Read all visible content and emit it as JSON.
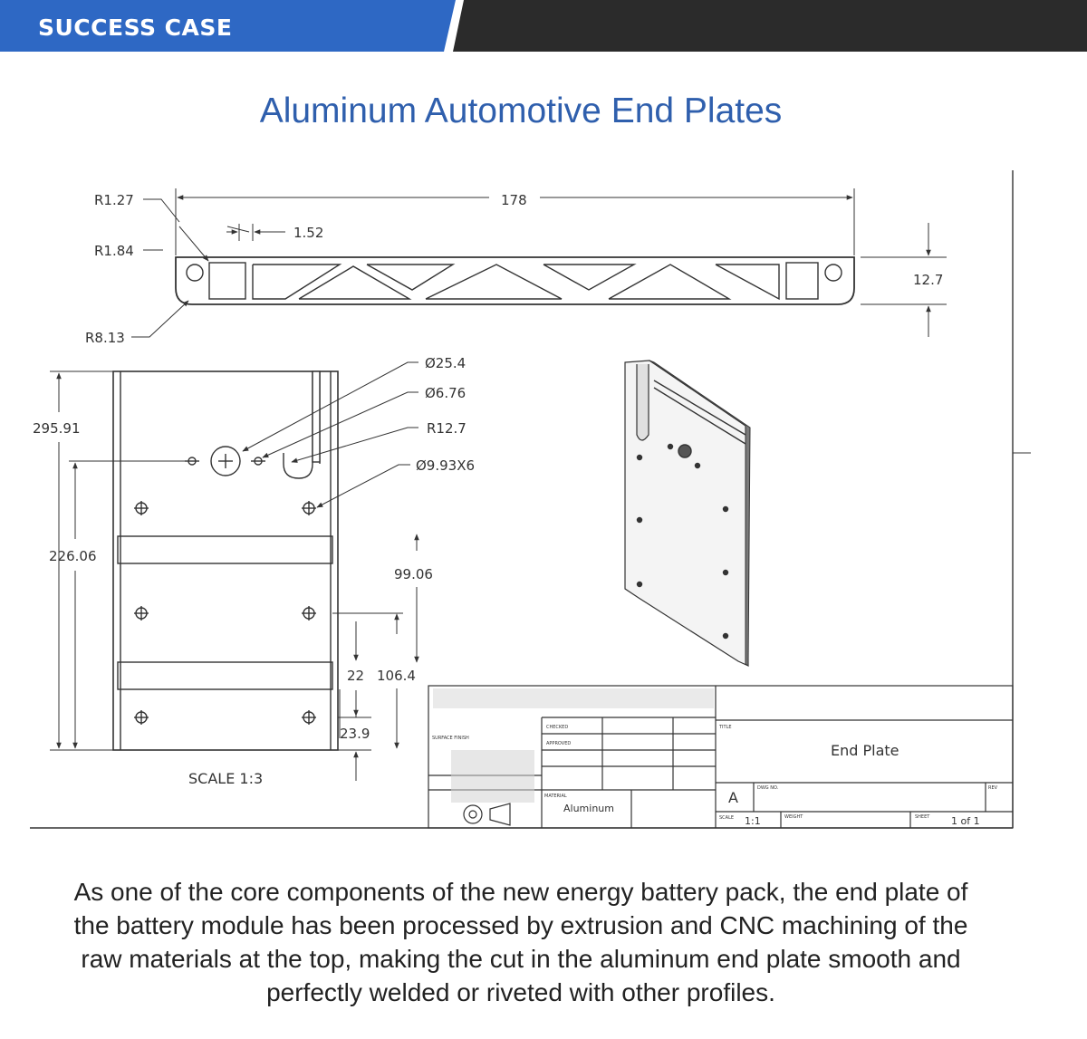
{
  "header": {
    "label": "SUCCESS CASE",
    "colors": {
      "accent": "#2e68c4",
      "dark": "#2b2b2b"
    }
  },
  "title": "Aluminum Automotive End Plates",
  "drawing": {
    "dimensions": {
      "r_top": "R1.27",
      "r_mid": "R1.84",
      "r_bottom": "R8.13",
      "width": "178",
      "wall": "1.52",
      "thickness": "12.7",
      "height_total": "295.91",
      "height_inner": "226.06",
      "dia_large": "Ø25.4",
      "dia_small": "Ø6.76",
      "radius_slot": "R12.7",
      "dia_holes": "Ø9.93X6",
      "offset_a": "99.06",
      "offset_b": "22",
      "offset_c": "106.4",
      "offset_d": "23.9"
    },
    "scale": "SCALE 1:3",
    "title_block": {
      "surface_finish": "SURFACE FINISH",
      "checked": "CHECKED",
      "approved": "APPROVED",
      "material_label": "MATERIAL",
      "material": "Aluminum",
      "title_label": "TITLE",
      "title": "End Plate",
      "size": "A",
      "scale_label": "SCALE",
      "scale": "1:1",
      "dwg_label": "DWG NO.",
      "weight_label": "WEIGHT",
      "sheet_label": "SHEET",
      "sheet": "1 of 1",
      "rev_label": "REV"
    }
  },
  "description": "As one of the core components of the new energy battery pack, the end plate of the battery module has been processed by extrusion and CNC machining of the raw materials at the top, making the cut in the aluminum end plate smooth and perfectly welded or riveted with other profiles."
}
